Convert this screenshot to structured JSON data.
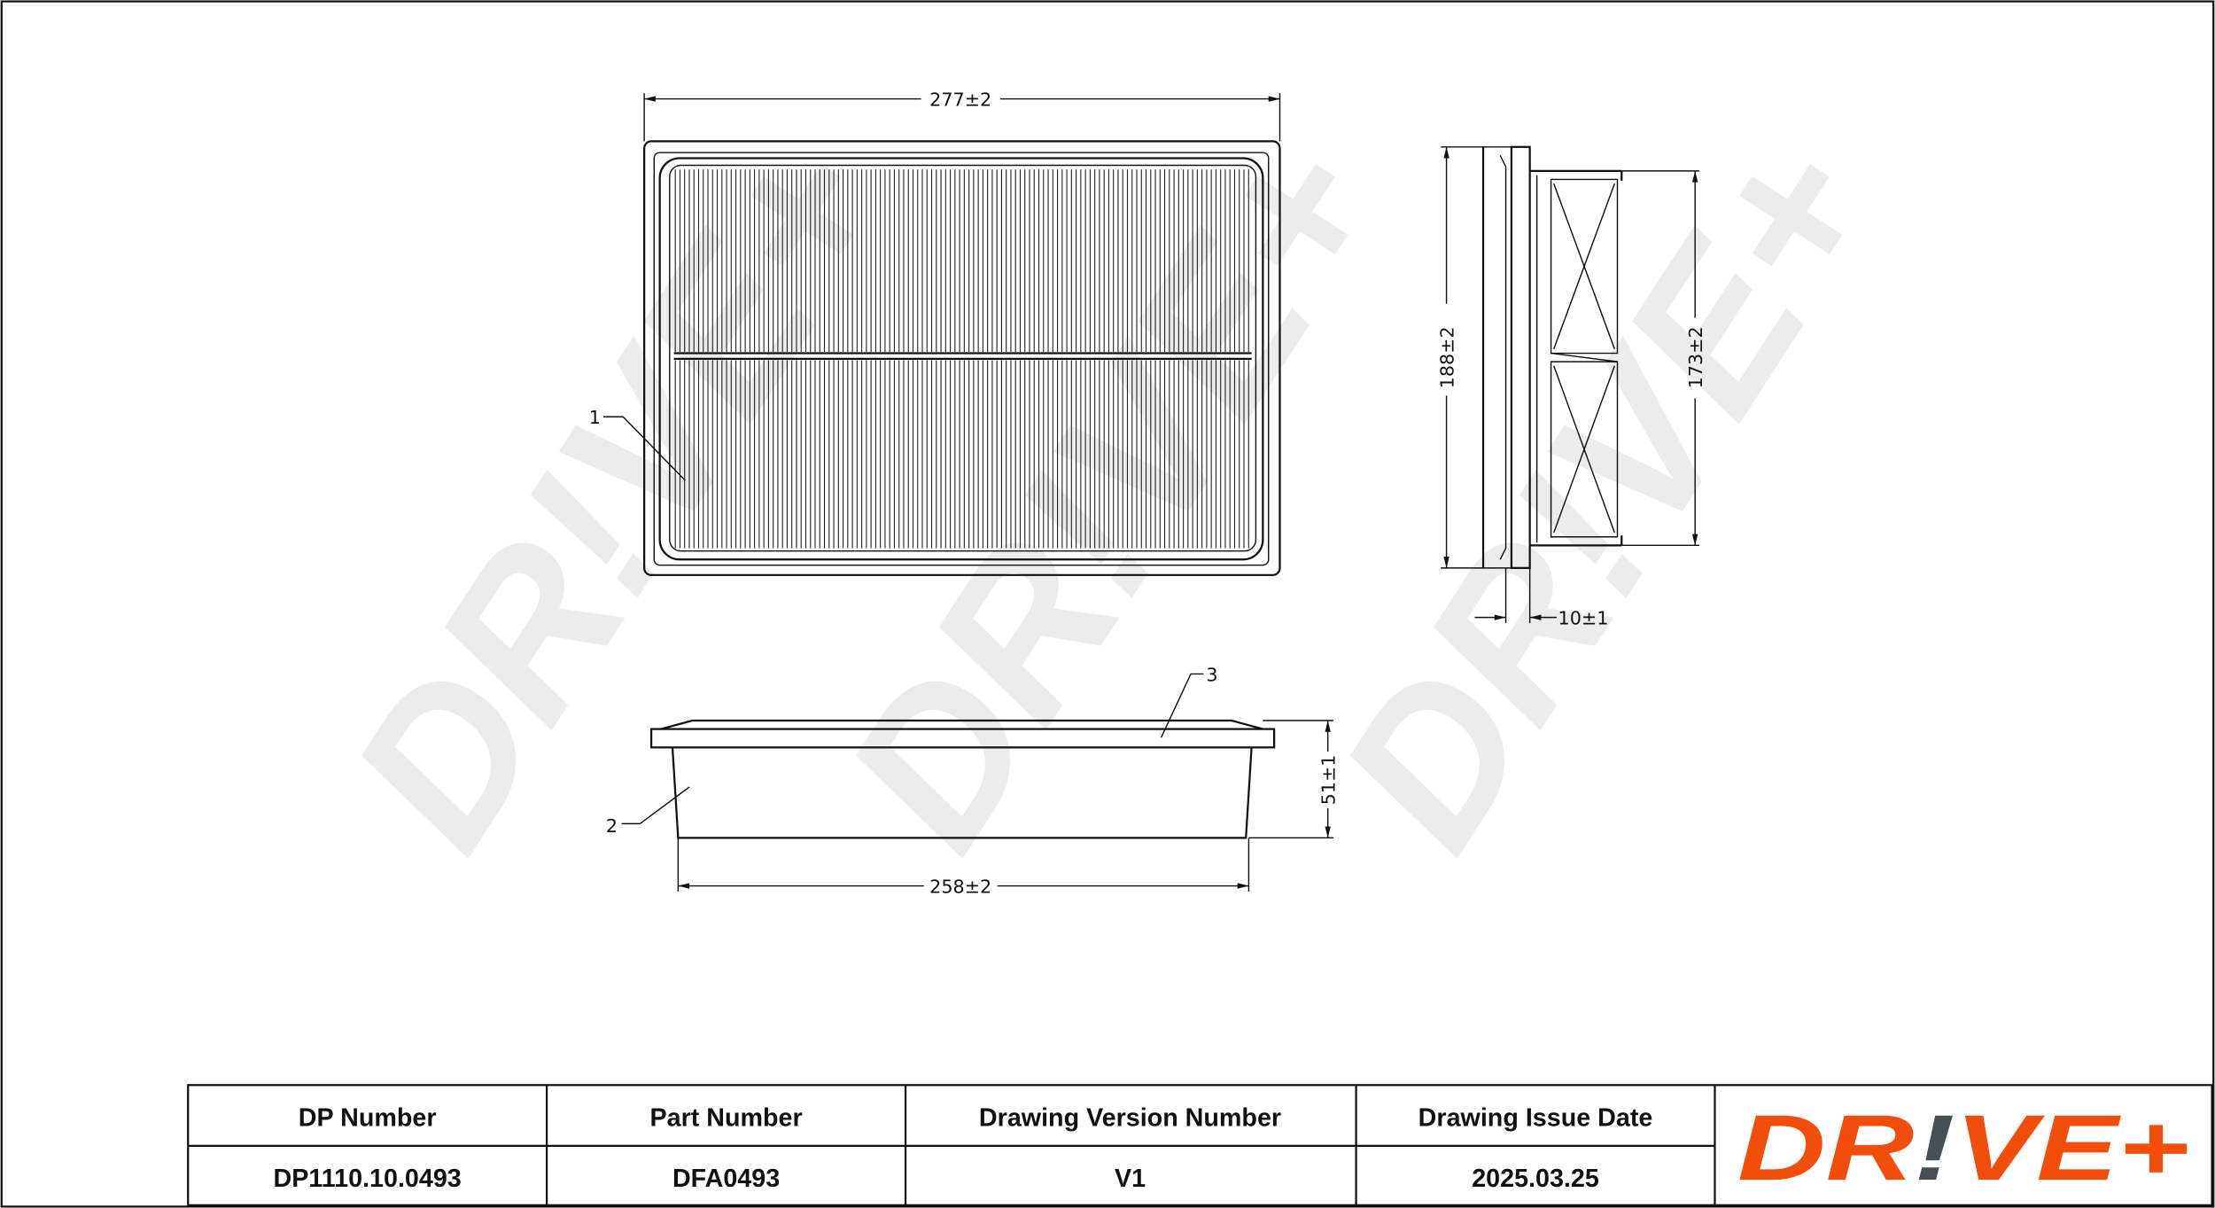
{
  "drawing": {
    "dimensions": {
      "width_top": "277±2",
      "height_side": "188±2",
      "inner_height_side": "173±2",
      "thickness_side": "10±1",
      "width_bottom": "258±2",
      "height_front": "51±1"
    },
    "callouts": [
      "1",
      "2",
      "3"
    ],
    "watermark": "DR!VE+"
  },
  "title_block": {
    "headers": [
      "DP Number",
      "Part Number",
      "Drawing Version Number",
      "Drawing Issue Date"
    ],
    "values": [
      "DP1110.10.0493",
      "DFA0493",
      "V1",
      "2025.03.25"
    ]
  },
  "logo": {
    "part1": "DR",
    "bang": "!",
    "part2": "VE+",
    "brand_color": "#f04e0a",
    "accent_color": "#455056"
  }
}
